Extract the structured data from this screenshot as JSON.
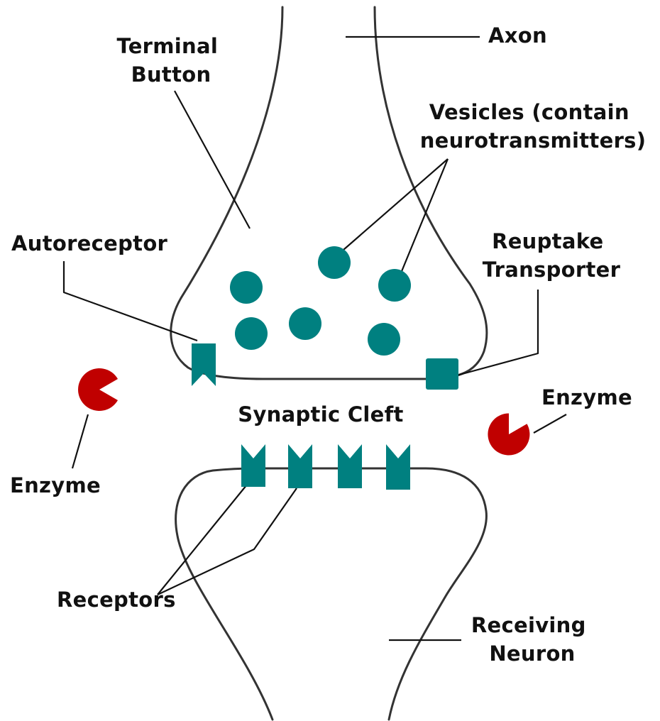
{
  "labels": {
    "axon": "Axon",
    "terminal_button": [
      "Terminal",
      "Button"
    ],
    "vesicles": [
      "Vesicles (contain",
      "neurotransmitters)"
    ],
    "autoreceptor": "Autoreceptor",
    "reuptake_transporter": [
      "Reuptake",
      "Transporter"
    ],
    "enzyme_left": "Enzyme",
    "enzyme_right": "Enzyme",
    "synaptic_cleft": "Synaptic Cleft",
    "receptors": "Receptors",
    "receiving_neuron": [
      "Receiving",
      "Neuron"
    ]
  },
  "colors": {
    "membrane": "#333333",
    "vesicle": "#008080",
    "receptor": "#008080",
    "enzyme": "#c00000",
    "text": "#111111"
  }
}
